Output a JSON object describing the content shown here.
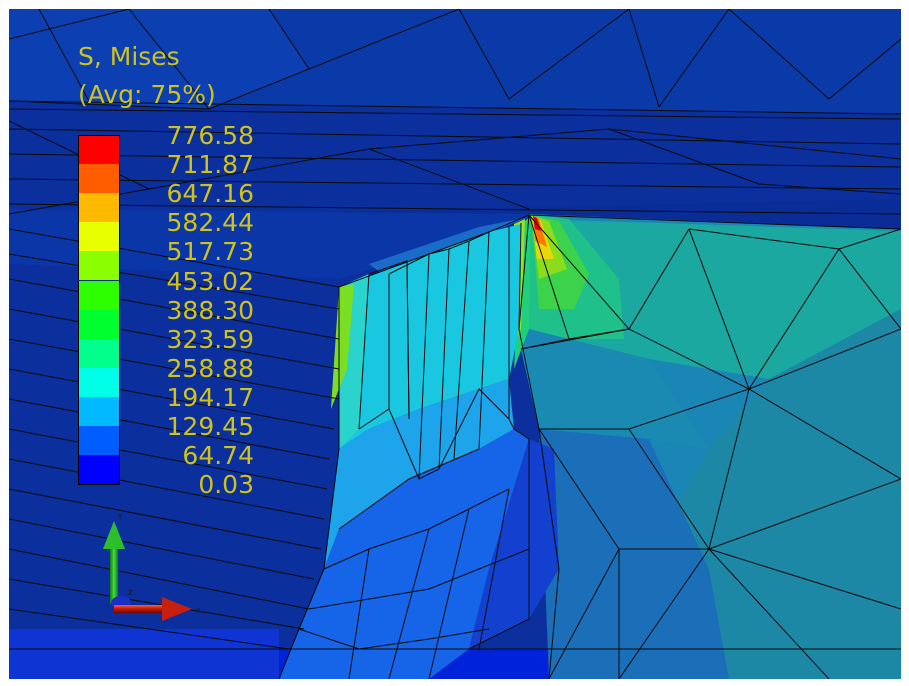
{
  "legend": {
    "variable": "S, Mises",
    "averaging": "(Avg: 75%)",
    "levels": [
      {
        "label": "776.58",
        "color": "#ff0000"
      },
      {
        "label": "711.87",
        "color": "#ff5d00"
      },
      {
        "label": "647.16",
        "color": "#ffb900"
      },
      {
        "label": "582.44",
        "color": "#e8ff00"
      },
      {
        "label": "517.73",
        "color": "#8bff00"
      },
      {
        "label": "453.02",
        "color": "#2eff00"
      },
      {
        "label": "388.30",
        "color": "#00ff2e"
      },
      {
        "label": "323.59",
        "color": "#00ff8b"
      },
      {
        "label": "258.88",
        "color": "#00ffe8"
      },
      {
        "label": "194.17",
        "color": "#00b9ff"
      },
      {
        "label": "129.45",
        "color": "#005dff"
      },
      {
        "label": "64.74",
        "color": "#0000ff"
      },
      {
        "label": "0.03",
        "color": null
      }
    ]
  },
  "triad": {
    "y_axis_color": "#22b522",
    "x_axis_color": "#cc2211",
    "z_axis_color": "#1a2fc8"
  }
}
